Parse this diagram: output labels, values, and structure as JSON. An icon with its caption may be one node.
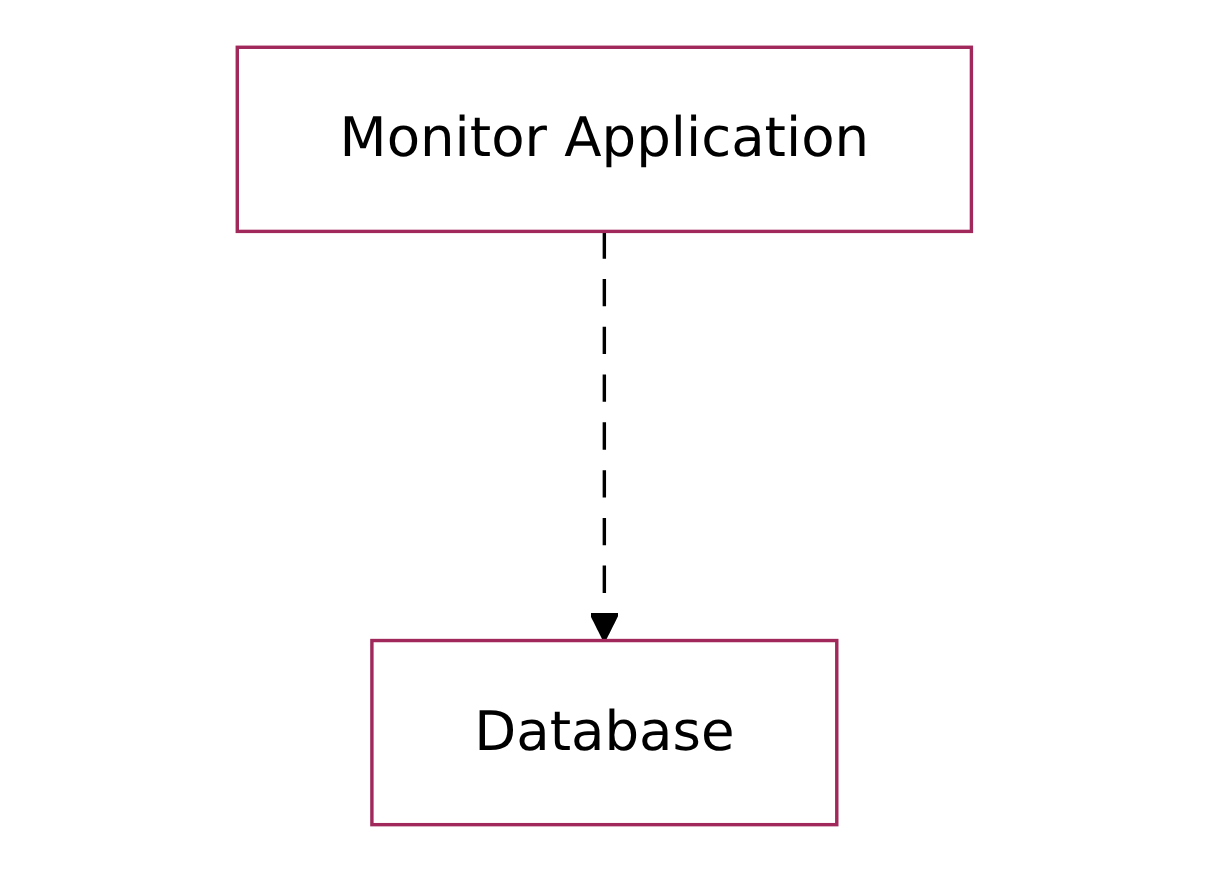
{
  "diagram": {
    "nodes": [
      {
        "text": [
          "Monitor Application"
        ]
      },
      {
        "text": [
          "Database"
        ]
      }
    ],
    "edges": [
      {
        "from": 0,
        "to": 1,
        "arrow": "to",
        "style": "dashed"
      }
    ]
  }
}
